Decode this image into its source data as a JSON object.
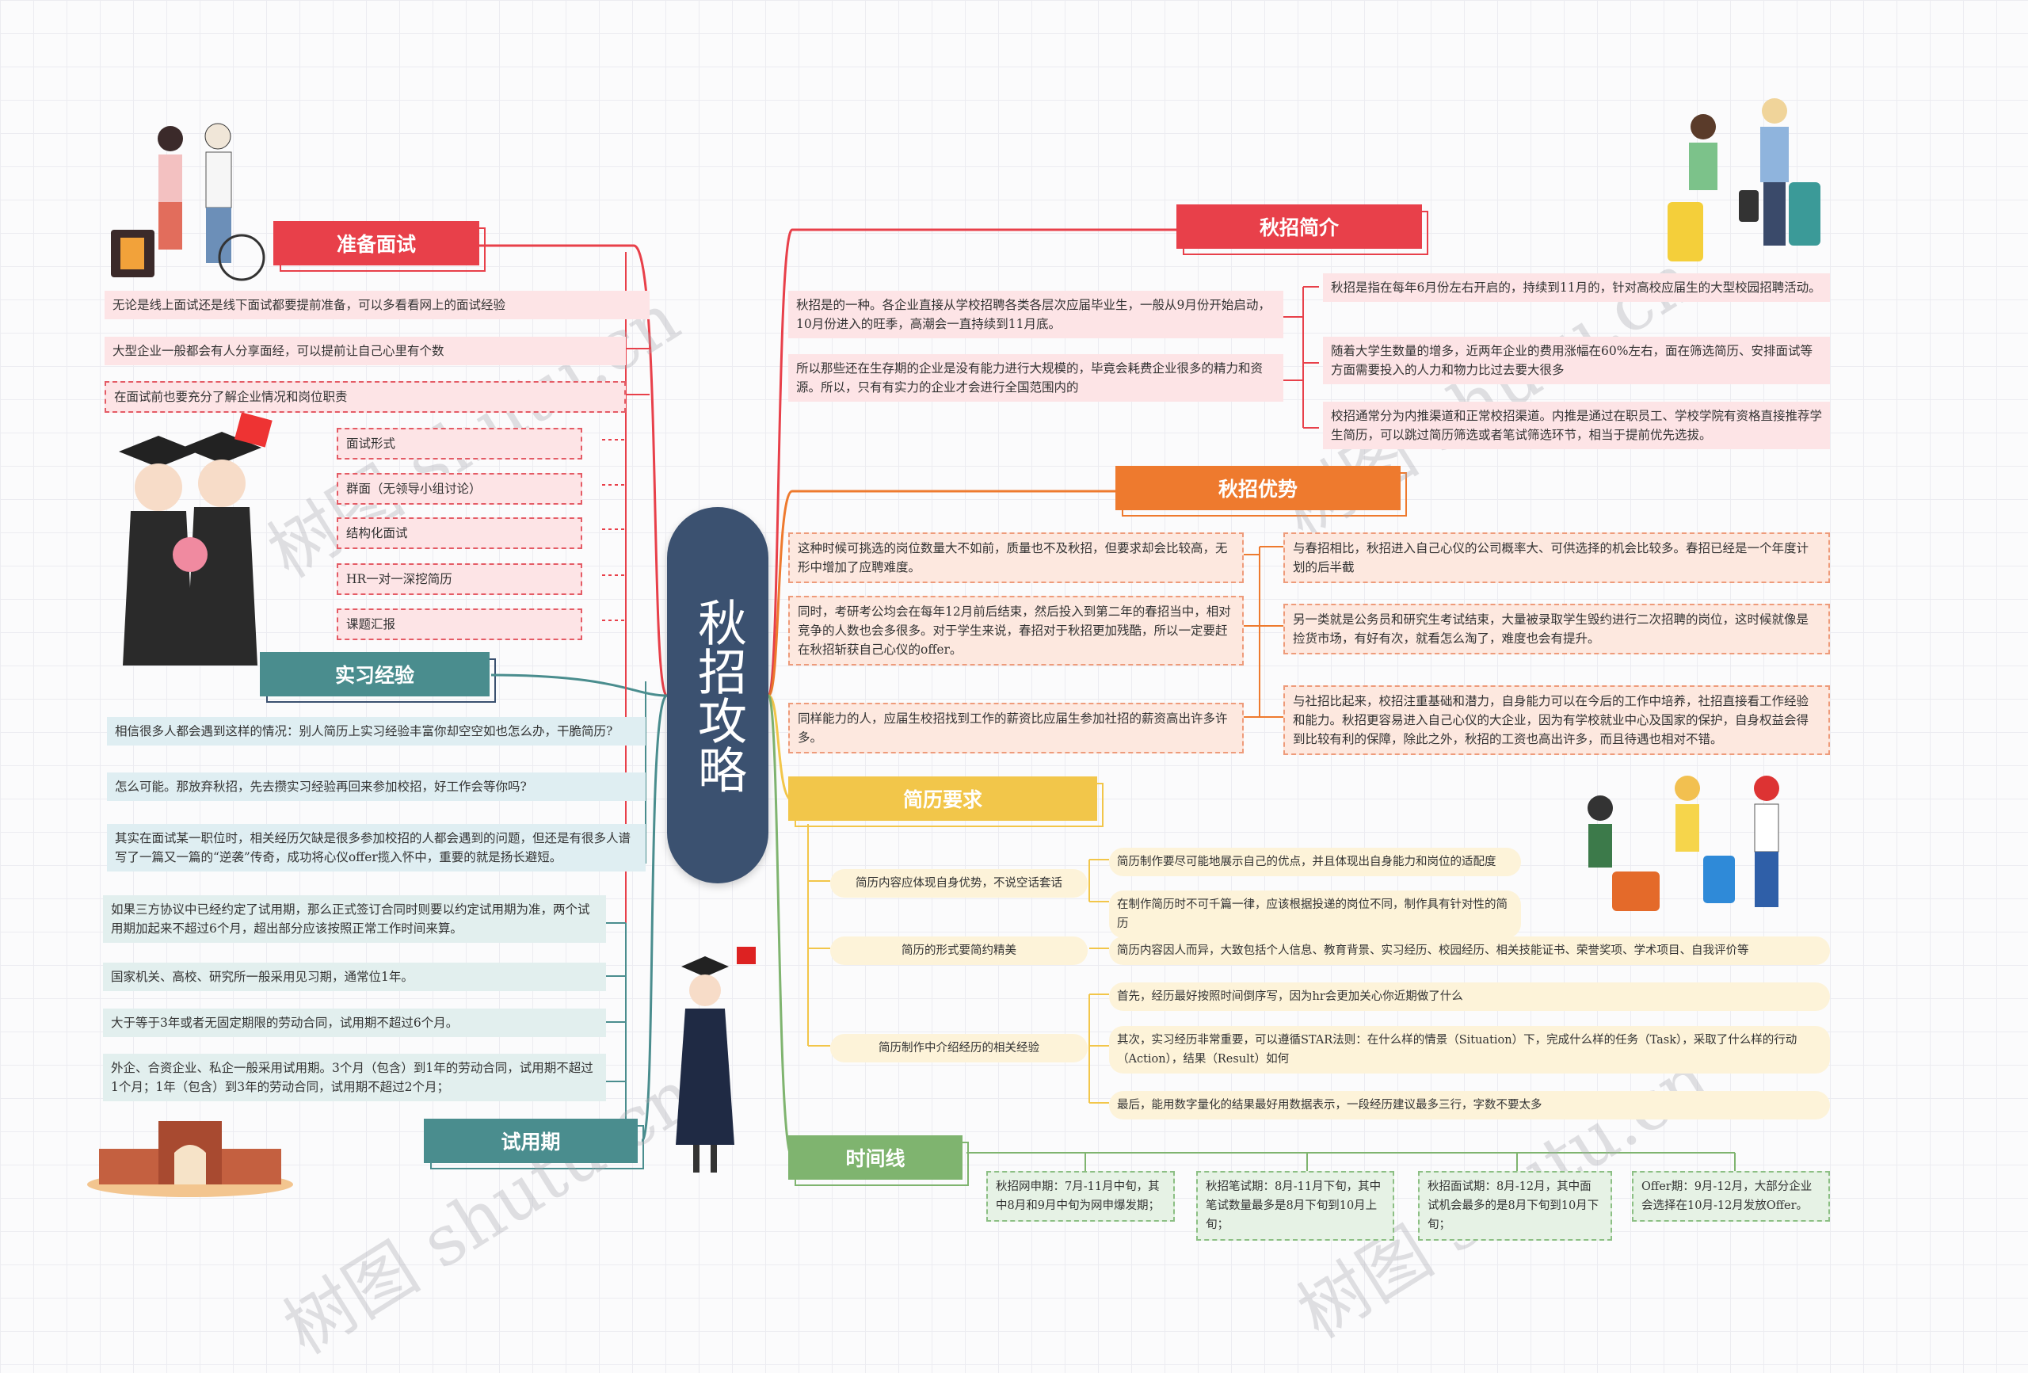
{
  "center_title": "秋招攻略",
  "watermark": "树图 shutu.cn",
  "colors": {
    "red": "#e8404a",
    "orange": "#ee7a2e",
    "yellow": "#f2c64a",
    "green": "#7fb46f",
    "teal": "#4a8d8e",
    "blue": "#3b5170"
  },
  "prep": {
    "title": "准备面试",
    "items": [
      "无论是线上面试还是线下面试都要提前准备，可以多看看网上的面试经验",
      "大型企业一般都会有人分享面经，可以提前让自己心里有个数",
      "在面试前也要充分了解企业情况和岗位职责"
    ],
    "forms": [
      "面试形式",
      "群面（无领导小组讨论）",
      "结构化面试",
      "HR一对一深挖简历",
      "课题汇报"
    ]
  },
  "intern": {
    "title": "实习经验",
    "items": [
      "相信很多人都会遇到这样的情况：别人简历上实习经验丰富你却空空如也怎么办，干脆简历?",
      "怎么可能。那放弃秋招，先去攒实习经验再回来参加校招，好工作会等你吗?",
      "其实在面试某一职位时，相关经历欠缺是很多参加校招的人都会遇到的问题，但还是有很多人谱写了一篇又一篇的“逆袭”传奇，成功将心仪offer揽入怀中，重要的就是扬长避短。"
    ]
  },
  "trial": {
    "title": "试用期",
    "items": [
      "如果三方协议中已经约定了试用期，那么正式签订合同时则要以约定试用期为准，两个试用期加起来不超过6个月，超出部分应该按照正常工作时间来算。",
      "国家机关、高校、研究所一般采用见习期，通常位1年。",
      "大于等于3年或者无固定期限的劳动合同，试用期不超过6个月。",
      "外企、合资企业、私企一般采用试用期。3个月（包含）到1年的劳动合同，试用期不超过1个月；1年（包含）到3年的劳动合同，试用期不超过2个月；"
    ]
  },
  "intro": {
    "title": "秋招简介",
    "left": [
      "秋招是的一种。各企业直接从学校招聘各类各层次应届毕业生，一般从9月份开始启动，10月份进入的旺季，高潮会一直持续到11月底。",
      "所以那些还在生存期的企业是没有能力进行大规模的，毕竟会耗费企业很多的精力和资源。所以，只有有实力的企业才会进行全国范围内的"
    ],
    "right": [
      "秋招是指在每年6月份左右开启的，持续到11月的，针对高校应届生的大型校园招聘活动。",
      "随着大学生数量的增多，近两年企业的费用涨幅在60%左右，面在筛选简历、安排面试等方面需要投入的人力和物力比过去要大很多",
      "校招通常分为内推渠道和正常校招渠道。内推是通过在职员工、学校学院有资格直接推荐学生简历，可以跳过简历筛选或者笔试筛选环节，相当于提前优先选拔。"
    ]
  },
  "adv": {
    "title": "秋招优势",
    "left": [
      "这种时候可挑选的岗位数量大不如前，质量也不及秋招，但要求却会比较高，无形中增加了应聘难度。",
      "同时，考研考公均会在每年12月前后结束，然后投入到第二年的春招当中，相对竞争的人数也会多很多。对于学生来说，春招对于秋招更加残酷，所以一定要赶在秋招斩获自己心仪的offer。",
      "同样能力的人，应届生校招找到工作的薪资比应届生参加社招的薪资高出许多许多。"
    ],
    "right": [
      "与春招相比，秋招进入自己心仪的公司概率大、可供选择的机会比较多。春招已经是一个年度计划的后半截",
      "另一类就是公务员和研究生考试结束，大量被录取学生毁约进行二次招聘的岗位，这时候就像是捡货市场，有好有次，就看怎么淘了，难度也会有提升。",
      "与社招比起来，校招注重基础和潜力，自身能力可以在今后的工作中培养，社招直接看工作经验和能力。秋招更容易进入自己心仪的大企业，因为有学校就业中心及国家的保护，自身权益会得到比较有利的保障，除此之外，秋招的工资也高出许多，而且待遇也相对不错。"
    ]
  },
  "resume": {
    "title": "简历要求",
    "subs": [
      {
        "label": "简历内容应体现自身优势，不说空话套话",
        "items": [
          "简历制作要尽可能地展示自己的优点，并且体现出自身能力和岗位的适配度",
          "在制作简历时不可千篇一律，应该根据投递的岗位不同，制作具有针对性的简历"
        ]
      },
      {
        "label": "简历的形式要简约精美",
        "items": [
          "简历内容因人而异，大致包括个人信息、教育背景、实习经历、校园经历、相关技能证书、荣誉奖项、学术项目、自我评价等"
        ]
      },
      {
        "label": "简历制作中介绍经历的相关经验",
        "items": [
          "首先，经历最好按照时间倒序写，因为hr会更加关心你近期做了什么",
          "其次，实习经历非常重要，可以遵循STAR法则：在什么样的情景（Situation）下，完成什么样的任务（Task），采取了什么样的行动（Action），结果（Result）如何",
          "最后，能用数字量化的结果最好用数据表示，一段经历建议最多三行，字数不要太多"
        ]
      }
    ]
  },
  "timeline": {
    "title": "时间线",
    "items": [
      "秋招网申期：7月-11月中旬，其中8月和9月中旬为网申爆发期；",
      "秋招笔试期：8月-11月下旬，其中笔试数量最多是8月下旬到10月上旬；",
      "秋招面试期：8月-12月，其中面试机会最多的是8月下旬到10月下旬；",
      "Offer期：9月-12月，大部分企业会选择在10月-12月发放Offer。"
    ]
  }
}
